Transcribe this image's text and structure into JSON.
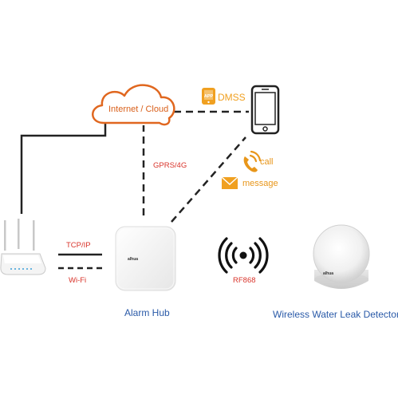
{
  "labels": {
    "cloud": "Internet / Cloud",
    "dmss": "DMSS",
    "app_badge": "APP",
    "gprs": "GPRS/4G",
    "call": "call",
    "message": "message",
    "tcp": "TCP/IP",
    "wifi": "Wi-Fi",
    "rf": "RF868",
    "hub": "Alarm Hub",
    "detector": "Wireless Water Leak Detector",
    "brand": "alhua"
  },
  "colors": {
    "cloud_stroke": "#e0671f",
    "accent_orange": "#f0a020",
    "red_text": "#d9342b",
    "blue_text": "#2a5aa8",
    "line": "#222222"
  },
  "icons": [
    "cloud-icon",
    "app-icon",
    "smartphone-icon",
    "phone-call-icon",
    "envelope-icon",
    "wifi-router-icon",
    "alarm-hub-device",
    "wireless-signal-icon",
    "water-leak-detector-device"
  ]
}
